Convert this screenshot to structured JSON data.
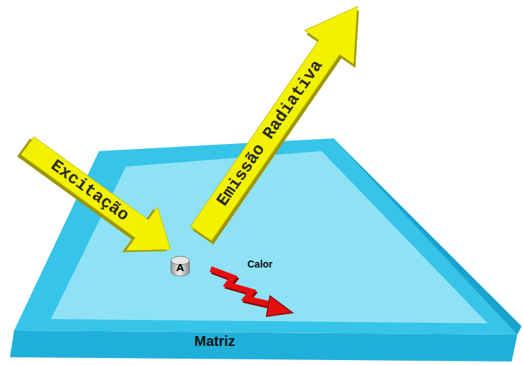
{
  "diagram": {
    "nodes": [
      {
        "text": [
          "Excitação"
        ]
      },
      {
        "text": [
          "Emissão Radiativa"
        ]
      },
      {
        "text": [
          "Matriz"
        ]
      },
      {
        "text": [
          "A"
        ],
        "in": 2
      }
    ],
    "labels": [
      "Calor"
    ]
  }
}
